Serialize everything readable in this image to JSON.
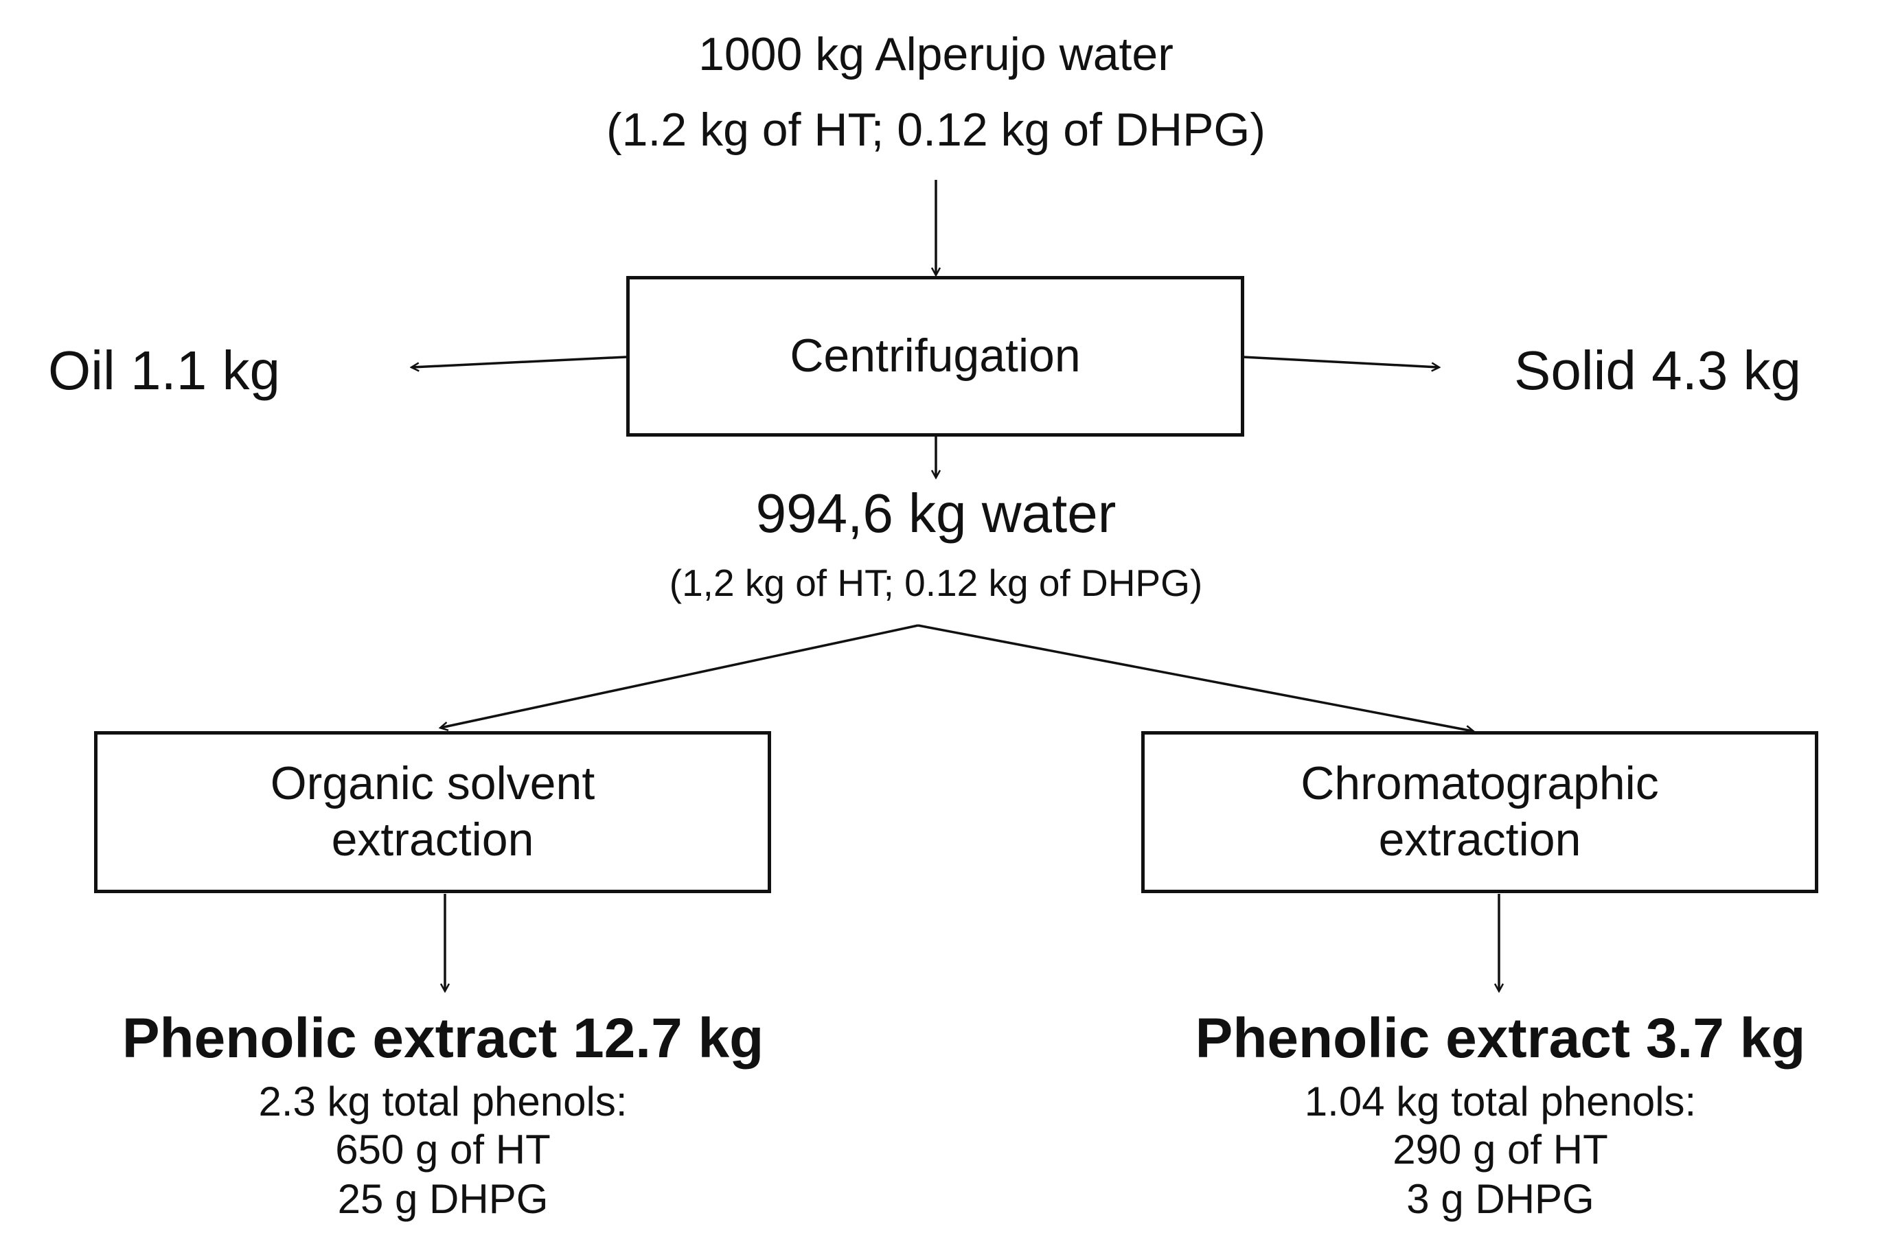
{
  "source": {
    "line1": "1000 kg Alperujo water",
    "line2": "(1.2 kg of HT; 0.12 kg of DHPG)"
  },
  "centrifugation": {
    "label": "Centrifugation"
  },
  "oil": {
    "label": "Oil 1.1 kg"
  },
  "solid": {
    "label": "Solid 4.3 kg"
  },
  "water": {
    "line1": "994,6 kg water",
    "line2": "(1,2 kg of HT; 0.12 kg of DHPG)"
  },
  "organic": {
    "box_line1": "Organic solvent",
    "box_line2": "extraction",
    "result_title": "Phenolic extract 12.7 kg",
    "result_line1": "2.3 kg total phenols:",
    "result_line2": "650 g of HT",
    "result_line3": "25 g DHPG"
  },
  "chromatographic": {
    "box_line1": "Chromatographic",
    "box_line2": "extraction",
    "result_title": "Phenolic extract 3.7 kg",
    "result_line1": "1.04 kg total phenols:",
    "result_line2": "290 g of HT",
    "result_line3": "3 g DHPG"
  }
}
